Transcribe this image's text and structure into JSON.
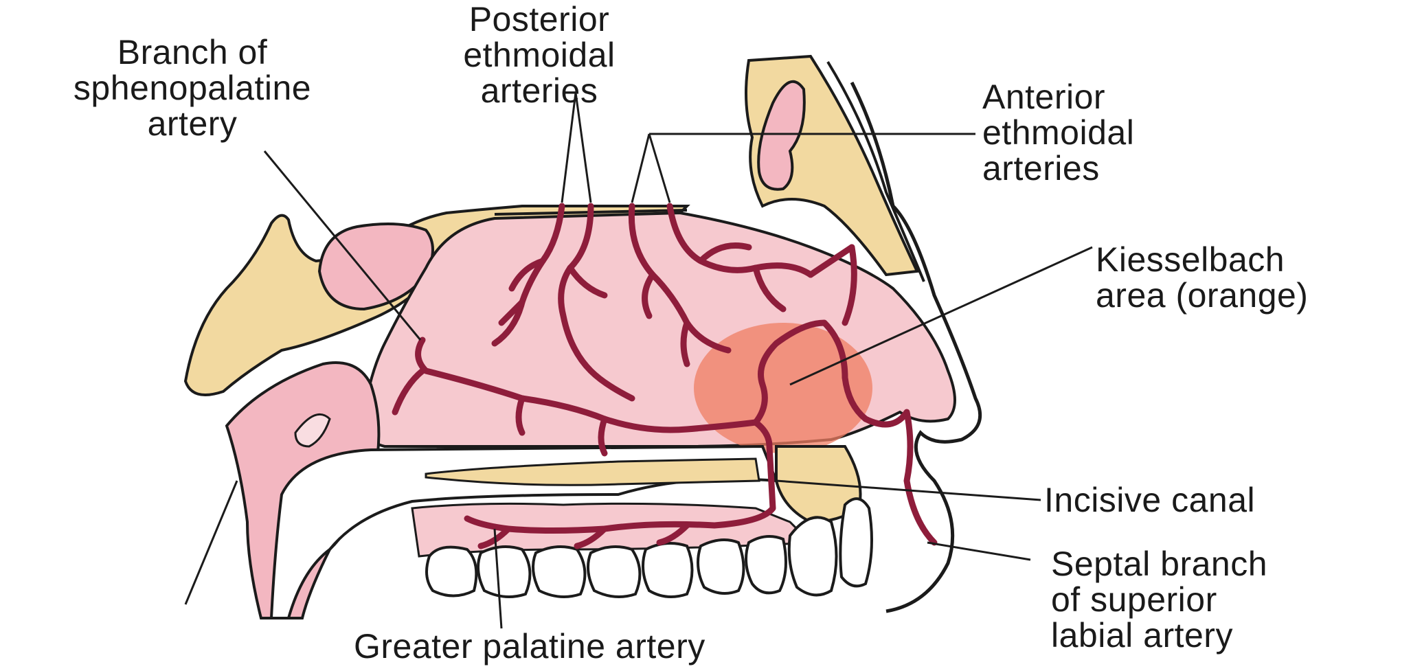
{
  "labels": {
    "branch_sphenopalatine": [
      "Branch of",
      "sphenopalatine",
      "artery"
    ],
    "posterior_ethmoidal": [
      "Posterior",
      "ethmoidal",
      "arteries"
    ],
    "anterior_ethmoidal": [
      "Anterior",
      "ethmoidal",
      "arteries"
    ],
    "kiesselbach": [
      "Kiesselbach",
      "area (orange)"
    ],
    "incisive_canal": [
      "Incisive canal"
    ],
    "septal_branch": [
      "Septal branch",
      "of superior",
      "labial artery"
    ],
    "greater_palatine": [
      "Greater palatine artery"
    ]
  },
  "colors": {
    "bone": "#f2d9a0",
    "mucosa": "#f6c9cf",
    "mucosa_light": "#f9dde1",
    "artery": "#8e1d3b",
    "kiesselbach": "#ef7e63",
    "outline": "#1b1b1b"
  }
}
